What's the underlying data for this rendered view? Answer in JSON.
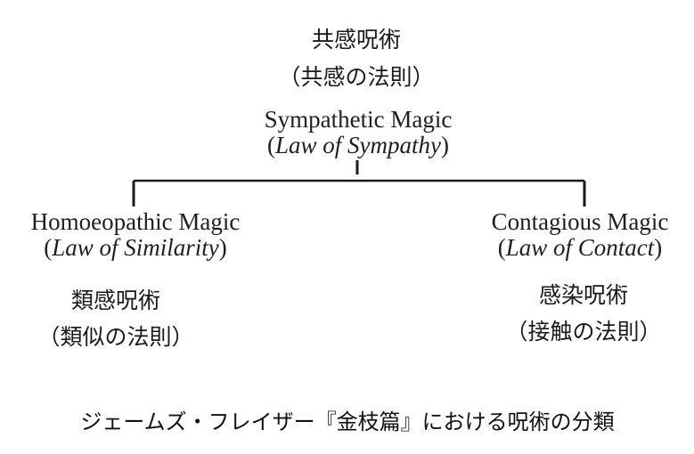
{
  "root": {
    "jp_title": "共感呪術",
    "jp_law": "（共感の法則）",
    "en_title": "Sympathetic Magic",
    "law_open": "(",
    "en_law": "Law of Sympathy",
    "law_close": ")"
  },
  "left": {
    "en_title": "Homoeopathic Magic",
    "law_open": "(",
    "en_law": "Law of Similarity",
    "law_close": ")",
    "jp_title": "類感呪術",
    "jp_law": "（類似の法則）"
  },
  "right": {
    "en_title": "Contagious Magic",
    "law_open": "(",
    "en_law": "Law of Contact",
    "law_close": ")",
    "jp_title": "感染呪術",
    "jp_law": "（接触の法則）"
  },
  "caption": "ジェームズ・フレイザー『金枝篇』における呪術の分類",
  "colors": {
    "ink": "#1a1a1a",
    "background": "#ffffff"
  }
}
